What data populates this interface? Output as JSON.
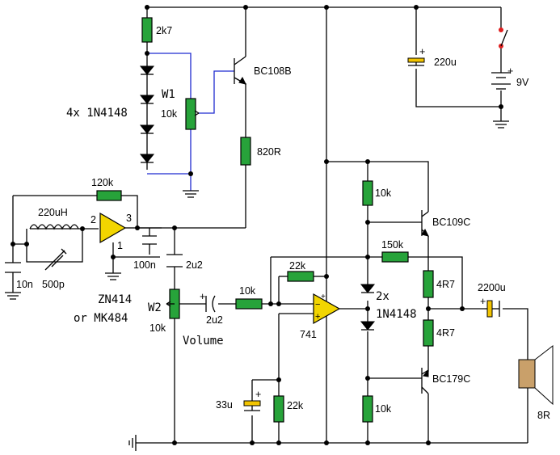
{
  "components": {
    "r_2k7": "2k7",
    "transistor_q1": "BC108B",
    "pot_w1": "W1",
    "pot_w1_value": "10k",
    "diodes_4x": "4x 1N4148",
    "r_820r": "820R",
    "cap_220u": "220u",
    "battery": "9V",
    "r_120k": "120k",
    "inductor": "220uH",
    "opamp1_pin2": "2",
    "opamp1_pin3": "3",
    "opamp1_pin1": "1",
    "cap_100n": "100n",
    "cap_2u2_a": "2u2",
    "cap_10n": "10n",
    "trimmer_500p": "500p",
    "ic_name": "ZN414",
    "ic_alt": "or MK484",
    "pot_w2": "W2",
    "pot_w2_value": "10k",
    "volume": "Volume",
    "cap_2u2_b": "2u2",
    "r_10k_in": "10k",
    "r_22k_fb": "22k",
    "opamp_741": "741",
    "opamp_plus": "+",
    "opamp_minus": "−",
    "cap_33u": "33u",
    "r_22k_gnd": "22k",
    "r_10k_top": "10k",
    "transistor_q2": "BC109C",
    "r_150k": "150k",
    "diodes_2x": "2x",
    "diodes_2x_part": "1N4148",
    "r_4r7_a": "4R7",
    "r_4r7_b": "4R7",
    "cap_2200u": "2200u",
    "transistor_q3": "BC179C",
    "r_10k_bot": "10k",
    "speaker": "8R",
    "cap_plus": "+"
  }
}
